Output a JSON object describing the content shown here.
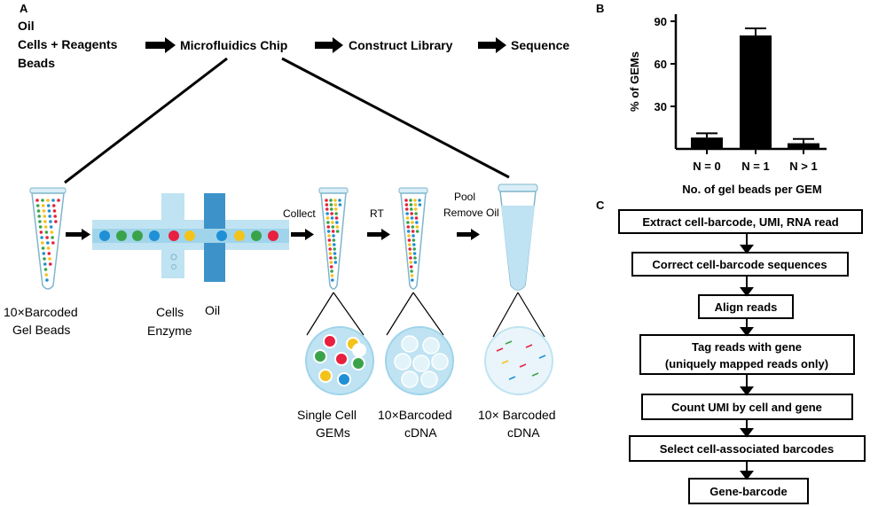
{
  "panel_a": {
    "letter": "A",
    "inputs": [
      "Oil",
      "Cells + Reagents",
      "Beads"
    ],
    "steps": [
      "Microfluidics Chip",
      "Construct Library",
      "Sequence"
    ],
    "labels": {
      "beads_1": "10×Barcoded",
      "beads_2": "Gel Beads",
      "cells": "Cells",
      "enzyme": "Enzyme",
      "oil": "Oil",
      "collect": "Collect",
      "rt": "RT",
      "pool": "Pool",
      "remove_oil": "Remove Oil",
      "gems_1": "Single Cell",
      "gems_2": "GEMs",
      "cdna_a_1": "10×Barcoded",
      "cdna_a_2": "cDNA",
      "cdna_b_1": "10× Barcoded",
      "cdna_b_2": "cDNA"
    }
  },
  "panel_b": {
    "letter": "B"
  },
  "chart_data": {
    "type": "bar",
    "categories": [
      "N = 0",
      "N = 1",
      "N > 1"
    ],
    "values": [
      8,
      80,
      4
    ],
    "errors": [
      3,
      5,
      3
    ],
    "ylabel": "% of GEMs",
    "xlabel": "No. of gel beads per GEM",
    "yticks": [
      30,
      60,
      90
    ],
    "ylim": [
      0,
      95
    ],
    "bar_color": "#000000"
  },
  "panel_c": {
    "letter": "C",
    "steps": [
      "Extract cell-barcode, UMI, RNA read",
      "Correct cell-barcode sequences",
      "Align reads",
      "Tag reads with gene",
      "(uniquely mapped reads only)",
      "Count  UMI by cell and gene",
      "Select cell-associated barcodes",
      "Gene-barcode"
    ]
  },
  "colors": {
    "tube_blue": "#bfe3f2",
    "tube_stroke": "#7fb6cc",
    "chip_blue": "#9fd4ea",
    "chip_dark": "#3d93c9",
    "bead_red": "#e8203f",
    "bead_green": "#3aa34a",
    "bead_yellow": "#f3c21b",
    "bead_blue": "#1f8fd6"
  }
}
